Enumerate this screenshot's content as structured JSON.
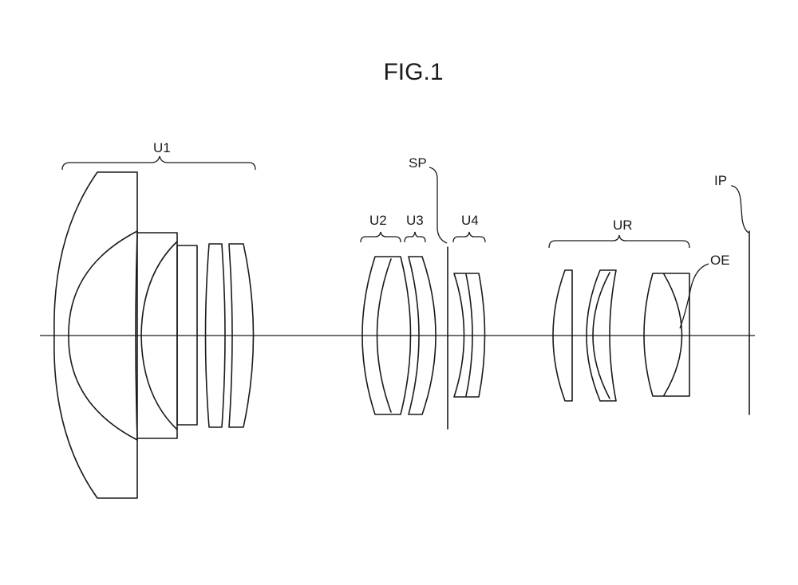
{
  "figure_title": "FIG.1",
  "labels": {
    "u1": "U1",
    "u2": "U2",
    "u3": "U3",
    "u4": "U4",
    "ur": "UR",
    "sp": "SP",
    "ip": "IP",
    "oe": "OE"
  }
}
